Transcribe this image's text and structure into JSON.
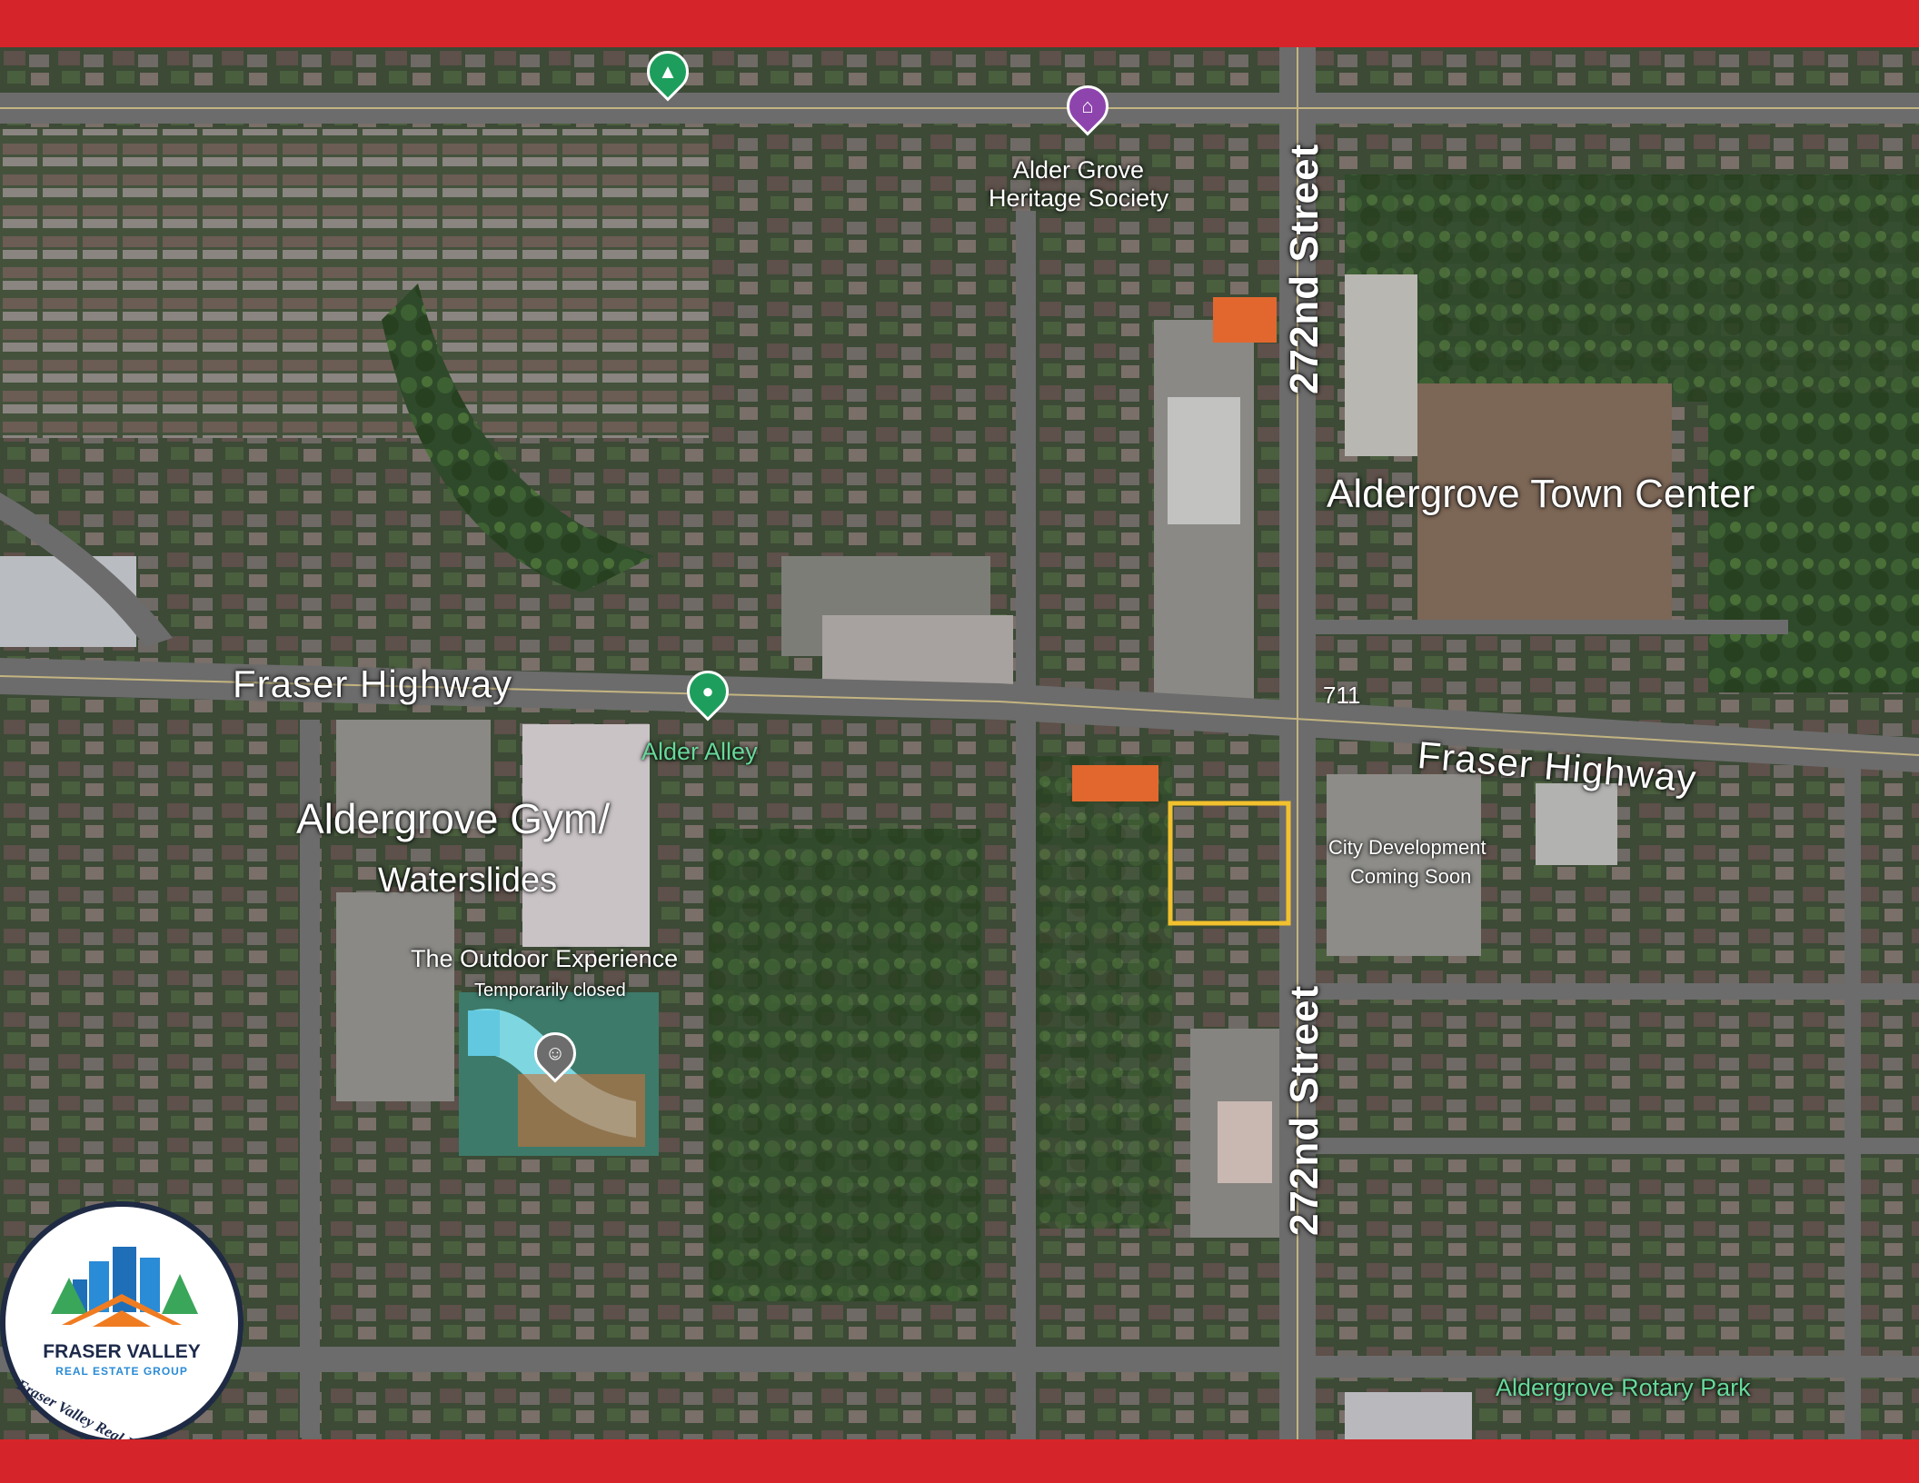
{
  "frame": {
    "color": "#d6252a"
  },
  "streets": {
    "fraser_highway_west": "Fraser Highway",
    "fraser_highway_east": "Fraser Highway",
    "street_272_north": "272nd Street",
    "street_272_south": "272nd Street"
  },
  "places": {
    "heritage_society": "Alder Grove\nHeritage Society",
    "town_center": "Aldergrove Town Center",
    "alder_alley": "Alder Alley",
    "gym": "Aldergrove Gym/",
    "waterslides": "Waterslides",
    "outdoor_experience": "The Outdoor Experience",
    "temporarily_closed": "Temporarily closed",
    "city_development_line1": "City Development",
    "city_development_line2": "Coming Soon",
    "seven_eleven": "711",
    "rotary_park": "Aldergrove Rotary Park"
  },
  "highlight": {
    "color": "#f2c12e"
  },
  "logo": {
    "title": "FRASER VALLEY",
    "subtitle": "REAL ESTATE GROUP",
    "url": "Fraser Valley Real Estate.com"
  },
  "icons": {
    "park_pin": "tree-icon",
    "museum_pin": "museum-icon",
    "alder_alley_pin": "place-pin-icon",
    "waterpark_pin": "amusement-icon"
  },
  "colors": {
    "pin_green": "#1e9e5c",
    "pin_purple": "#8e44ad",
    "pin_gray": "#6d6d6d",
    "label_green": "#67d99a"
  }
}
